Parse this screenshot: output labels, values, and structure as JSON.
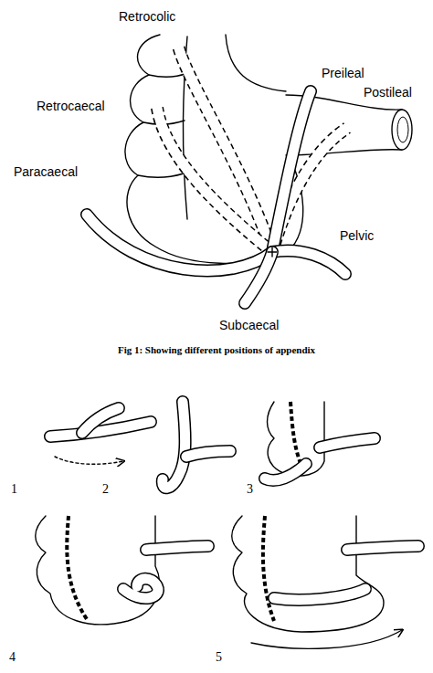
{
  "diagram": {
    "caption": "Fig 1: Showing different positions of appendix",
    "labels": [
      "Retrocolic",
      "Preileal",
      "Postileal",
      "Retrocaecal",
      "Paracaecal",
      "Pelvic",
      "Subcaecal",
      "1",
      "2",
      "3",
      "4",
      "5"
    ]
  }
}
